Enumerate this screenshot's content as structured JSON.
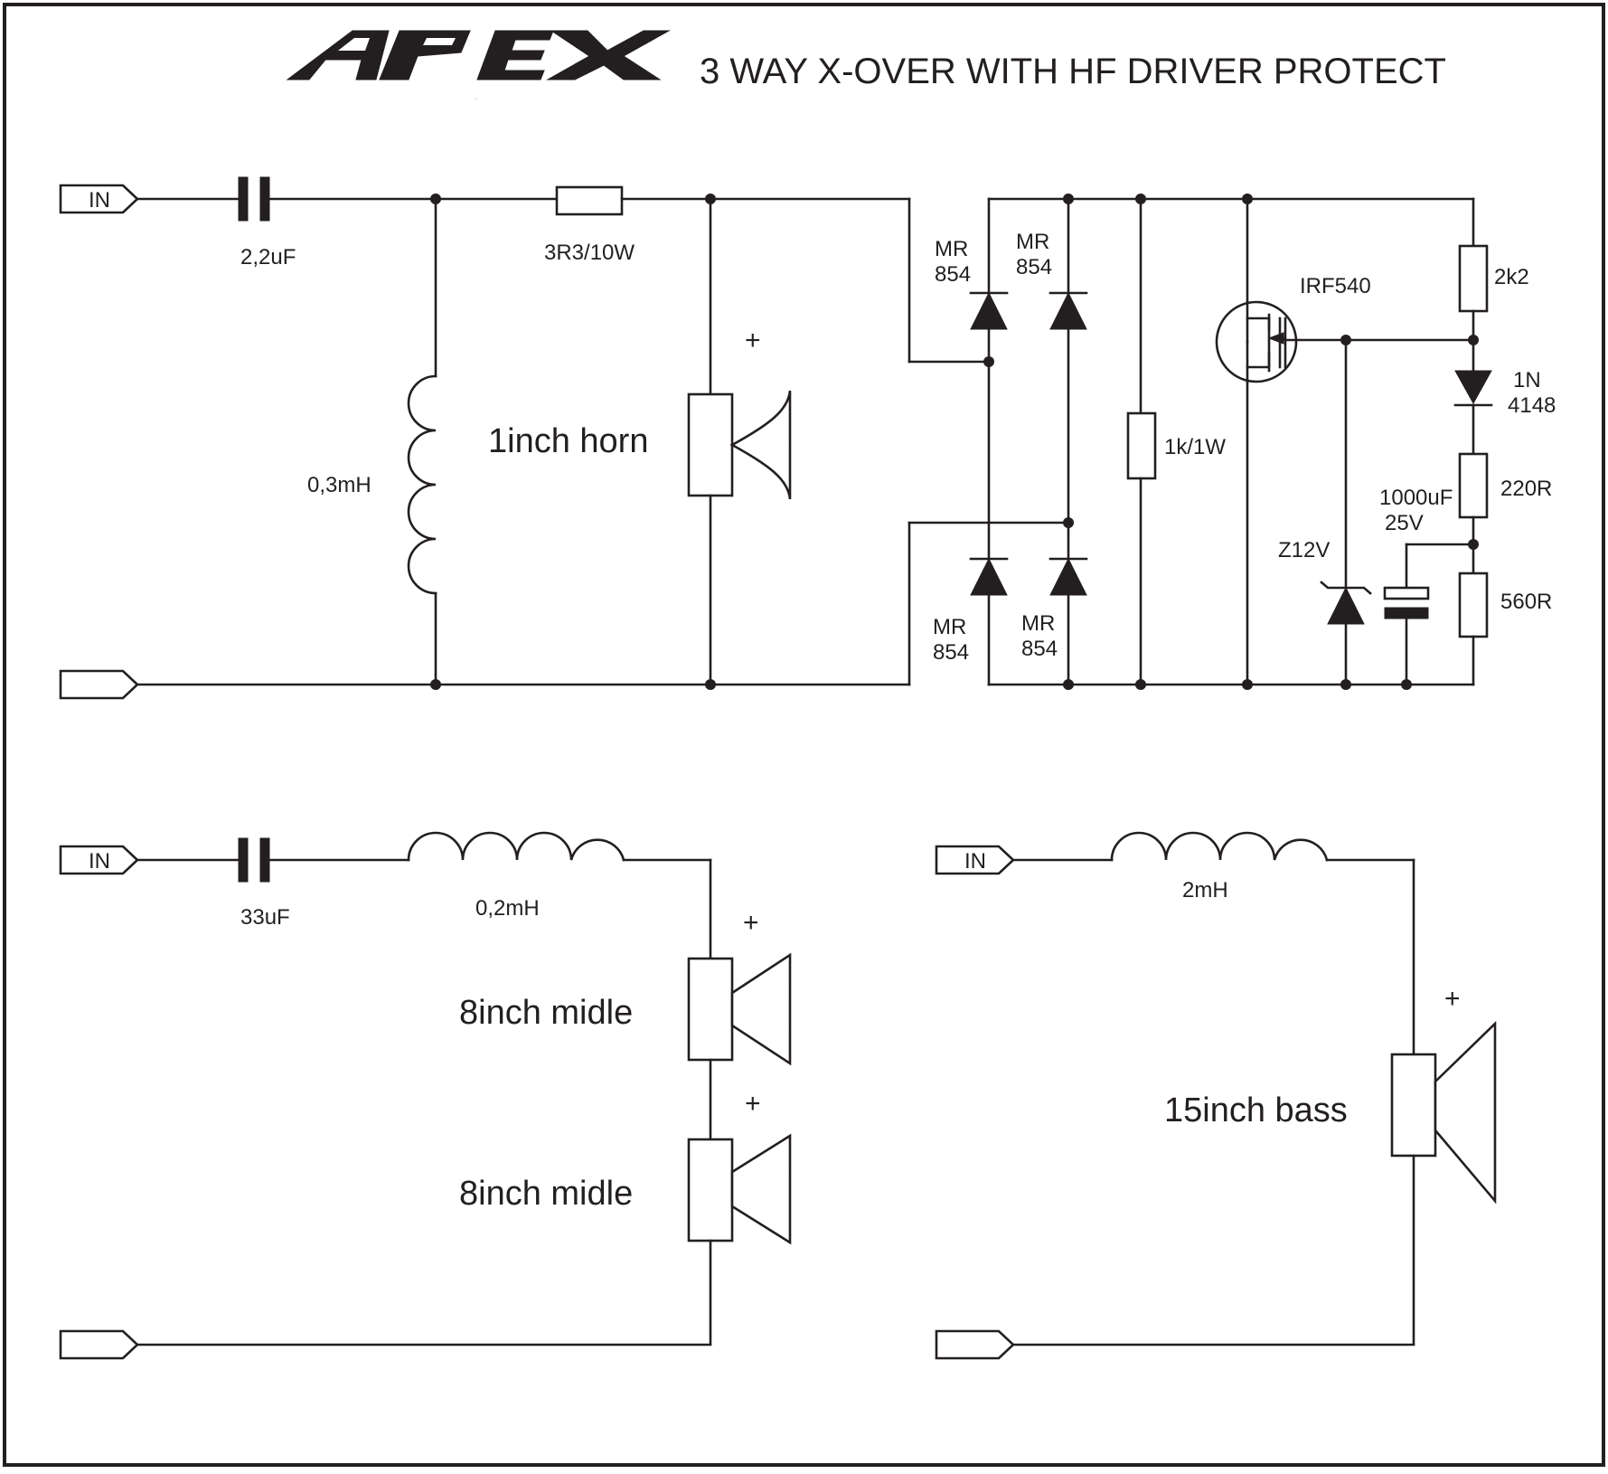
{
  "logo_text": "APEX",
  "title": "3 WAY X-OVER WITH HF DRIVER PROTECT",
  "labels": {
    "in": "IN",
    "c1": "2,2uF",
    "r1": "3R3/10W",
    "l1": "0,3mH",
    "plus": "+",
    "horn": "1inch horn",
    "d_mr": "MR",
    "d_854": "854",
    "r_1k": "1k/1W",
    "mosfet": "IRF540",
    "r_2k2": "2k2",
    "diode_1n_a": "1N",
    "diode_1n_b": "4148",
    "r_220": "220R",
    "cap_a": "1000uF",
    "cap_b": "25V",
    "zener": "Z12V",
    "r_560": "560R",
    "c_mid": "33uF",
    "l_mid": "0,2mH",
    "mid_speaker": "8inch midle",
    "l_bass": "2mH",
    "bass_speaker": "15inch bass"
  }
}
